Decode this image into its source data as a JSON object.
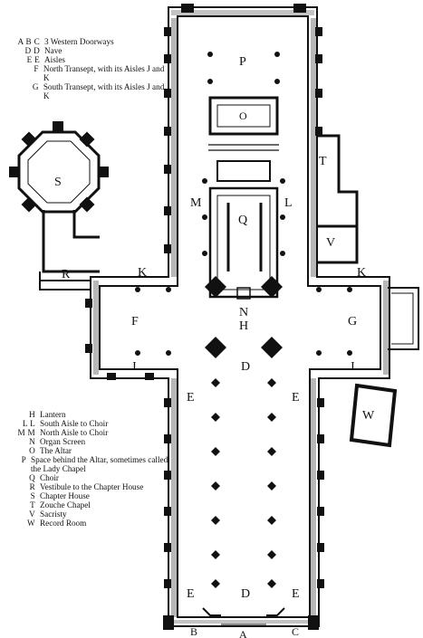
{
  "legend_top": [
    {
      "key": "A B C",
      "text": "3 Western Doorways"
    },
    {
      "key": "D D",
      "text": "Nave"
    },
    {
      "key": "E E",
      "text": "Aisles"
    },
    {
      "key": "F",
      "text": "North Transept, with its Aisles J and K"
    },
    {
      "key": "G",
      "text": "South Transept, with its Aisles J and K"
    }
  ],
  "legend_bottom": [
    {
      "key": "H",
      "text": "Lantern"
    },
    {
      "key": "L L",
      "text": "South Aisle to Choir"
    },
    {
      "key": "M M",
      "text": "North Aisle to Choir"
    },
    {
      "key": "N",
      "text": "Organ Screen"
    },
    {
      "key": "O",
      "text": "The Altar"
    },
    {
      "key": "P",
      "text": "Space behind the Altar, sometimes called the Lady Chapel"
    },
    {
      "key": "Q",
      "text": "Choir"
    },
    {
      "key": "R",
      "text": "Vestibule to the Chapter House"
    },
    {
      "key": "S",
      "text": "Chapter House"
    },
    {
      "key": "T",
      "text": "Zouche Chapel"
    },
    {
      "key": "V",
      "text": "Sacristy"
    },
    {
      "key": "W",
      "text": "Record Room"
    }
  ],
  "plan_labels": {
    "P": "P",
    "O": "O",
    "T": "T",
    "S": "S",
    "M": "M",
    "L": "L",
    "Q": "Q",
    "V": "V",
    "R": "R",
    "K_left": "K",
    "K_right": "K",
    "N": "N",
    "H": "H",
    "F": "F",
    "G": "G",
    "J_left": "J",
    "J_right": "J",
    "D_top": "D",
    "E_left": "E",
    "E_right": "E",
    "W": "W",
    "E_bottom_left": "E",
    "D_bottom": "D",
    "E_bottom_right": "E",
    "B": "B",
    "A": "A",
    "C": "C"
  }
}
